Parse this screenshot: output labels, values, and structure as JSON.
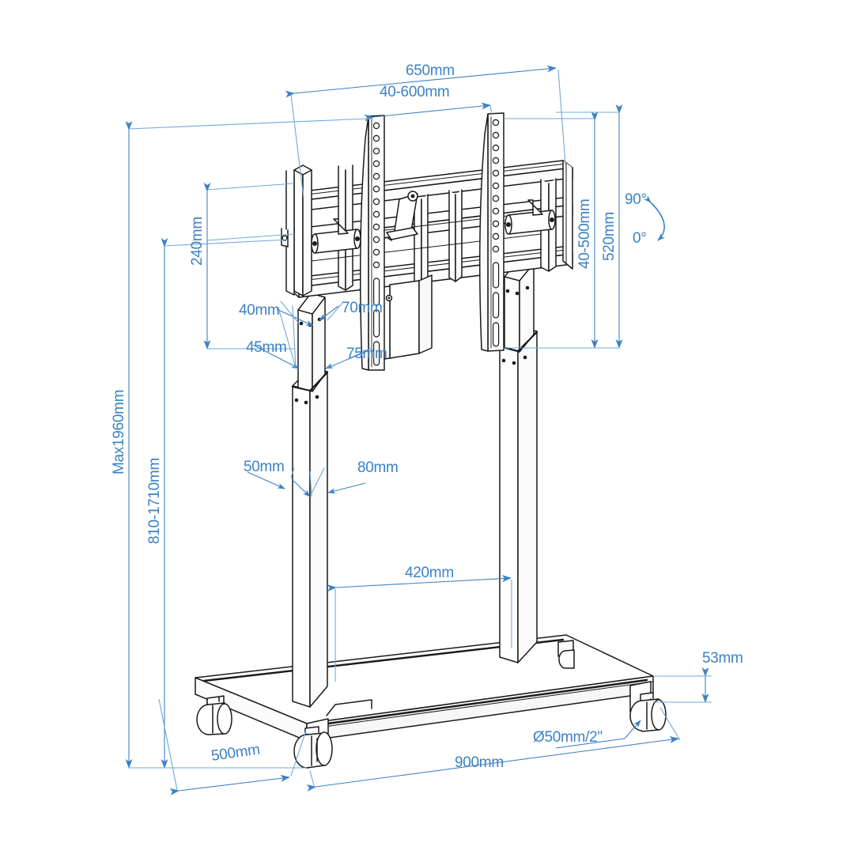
{
  "drawing": {
    "title": "Mobile TV Cart Stand - Dimensioned Technical Drawing",
    "units": "mm",
    "line_color_outline": "#1a1a1a",
    "line_color_dimension": "#3c82c4",
    "background": "#ffffff"
  },
  "dimensions": {
    "bracket_width_overall": "650mm",
    "vesa_horizontal_range": "40-600mm",
    "vesa_vertical_range": "40-500mm",
    "bracket_height_overall": "520mm",
    "bracket_depth_240": "240mm",
    "column_profile_40": "40mm",
    "column_profile_45": "45mm",
    "column_profile_70": "70mm",
    "column_profile_75": "75mm",
    "lower_column_50": "50mm",
    "lower_column_80": "80mm",
    "column_spacing": "420mm",
    "total_max_height": "Max1960mm",
    "screen_height_range": "810-1710mm",
    "base_depth": "500mm",
    "base_width": "900mm",
    "base_thickness": "53mm",
    "caster_diameter": "Ø50mm/2\"",
    "tilt_max": "90°",
    "tilt_min": "0°"
  }
}
